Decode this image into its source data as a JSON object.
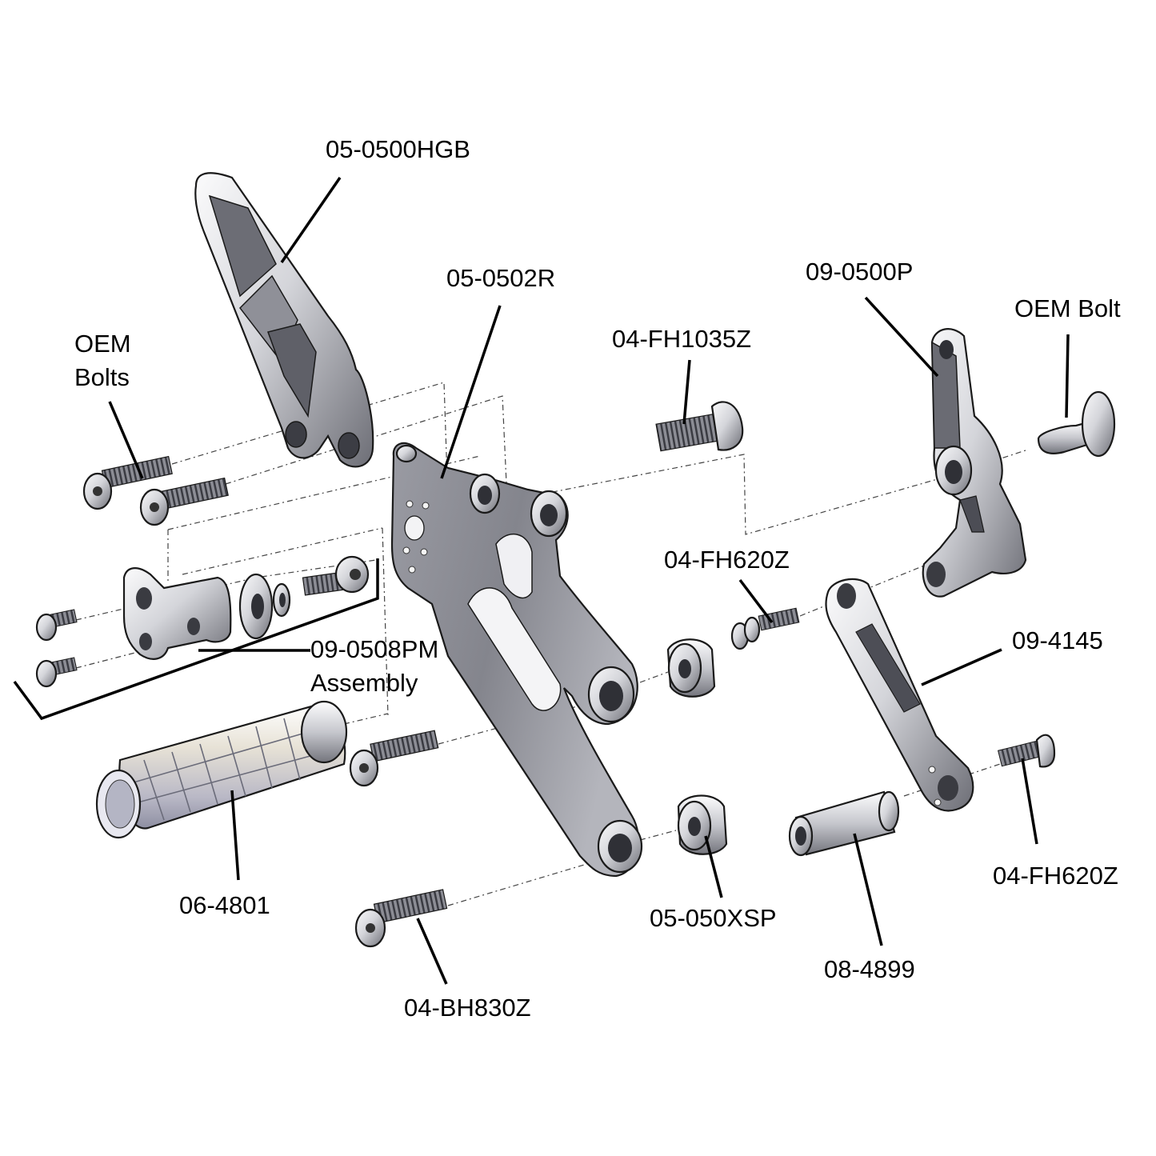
{
  "labels": {
    "heel_guard": "05-0500HGB",
    "main_plate": "05-0502R",
    "oem_bolts_line1": "OEM",
    "oem_bolts_line2": "Bolts",
    "fh1035": "04-FH1035Z",
    "pivot_lever": "09-0500P",
    "oem_bolt": "OEM Bolt",
    "fh620_upper": "04-FH620Z",
    "linkage": "09-4145",
    "pm_assembly_line1": "09-0508PM",
    "pm_assembly_line2": "Assembly",
    "footpeg": "06-4801",
    "spacers": "05-050XSP",
    "spacer_tube": "08-4899",
    "fh620_lower": "04-FH620Z",
    "bh830": "04-BH830Z"
  },
  "colors": {
    "metal_light": "#f2f2f4",
    "metal_mid": "#b8b9c0",
    "metal_dark": "#5d5e66",
    "leader": "#000000",
    "background": "#ffffff"
  }
}
